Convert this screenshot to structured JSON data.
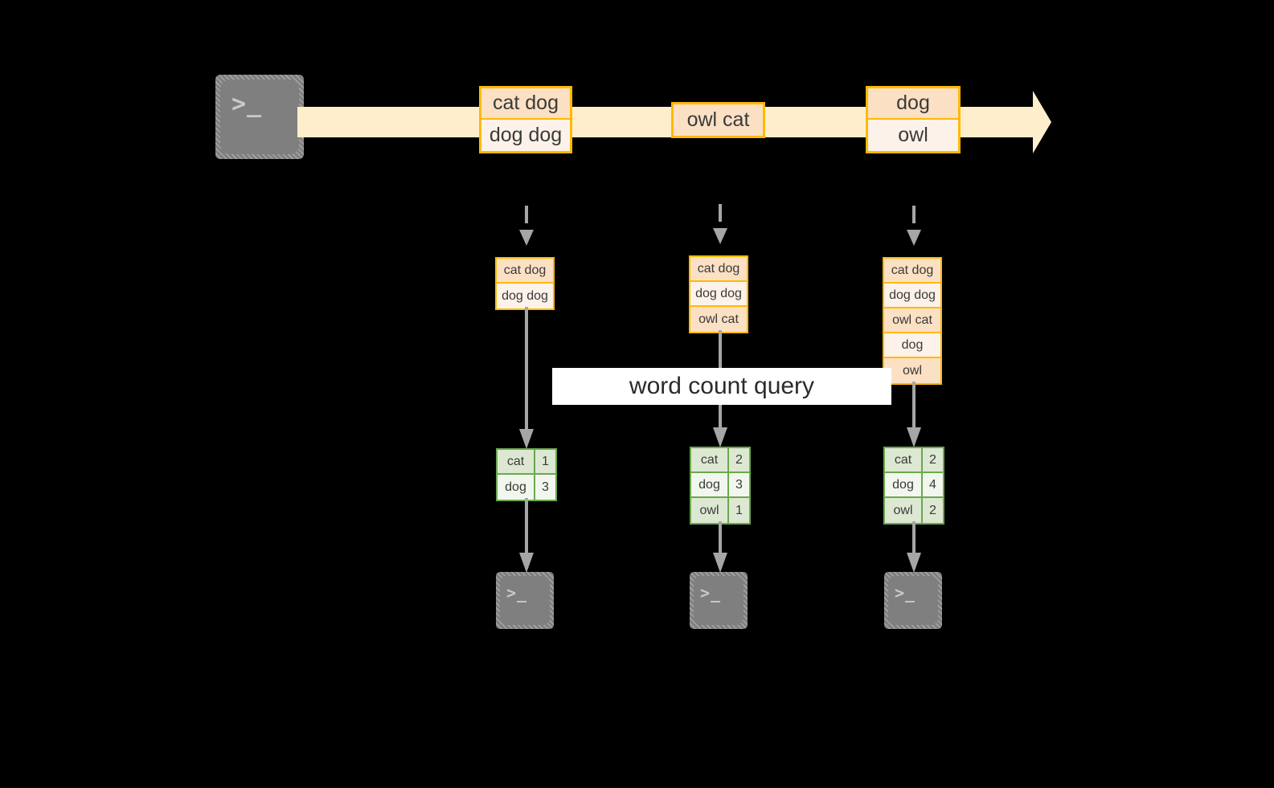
{
  "diagram": {
    "title": "word count query",
    "colors": {
      "background": "#000000",
      "stream_band": "#ffeecc",
      "event_border": "#ffb900",
      "event_fill_dark": "#fce0c4",
      "event_fill_light": "#fdf2e9",
      "result_border": "#6aa84f",
      "result_fill_dark": "#dde8d2",
      "result_fill_light": "#f2f7ee",
      "terminal_fill": "#7f7f7f",
      "connector": "#a6a6a6",
      "banner_fill": "#ffffff",
      "text": "#3a3a3a"
    }
  },
  "source": {
    "icon": "terminal-icon",
    "prompt": ">_"
  },
  "stream": {
    "events": [
      {
        "id": "event-1",
        "lines": [
          "cat dog",
          "dog dog"
        ]
      },
      {
        "id": "event-2",
        "lines": [
          "owl cat"
        ]
      },
      {
        "id": "event-3",
        "lines": [
          "dog",
          "owl"
        ]
      }
    ]
  },
  "snapshots": [
    {
      "id": "snapshot-1",
      "accumulated": [
        "cat dog",
        "dog dog"
      ],
      "result": {
        "rows": [
          {
            "word": "cat",
            "count": "1"
          },
          {
            "word": "dog",
            "count": "3"
          }
        ]
      },
      "sink": {
        "icon": "terminal-icon",
        "prompt": ">_"
      }
    },
    {
      "id": "snapshot-2",
      "accumulated": [
        "cat dog",
        "dog dog",
        "owl cat"
      ],
      "result": {
        "rows": [
          {
            "word": "cat",
            "count": "2"
          },
          {
            "word": "dog",
            "count": "3"
          },
          {
            "word": "owl",
            "count": "1"
          }
        ]
      },
      "sink": {
        "icon": "terminal-icon",
        "prompt": ">_"
      }
    },
    {
      "id": "snapshot-3",
      "accumulated": [
        "cat dog",
        "dog dog",
        "owl cat",
        "dog",
        "owl"
      ],
      "result": {
        "rows": [
          {
            "word": "cat",
            "count": "2"
          },
          {
            "word": "dog",
            "count": "4"
          },
          {
            "word": "owl",
            "count": "2"
          }
        ]
      },
      "sink": {
        "icon": "terminal-icon",
        "prompt": ">_"
      }
    }
  ],
  "query_label": "word count query"
}
